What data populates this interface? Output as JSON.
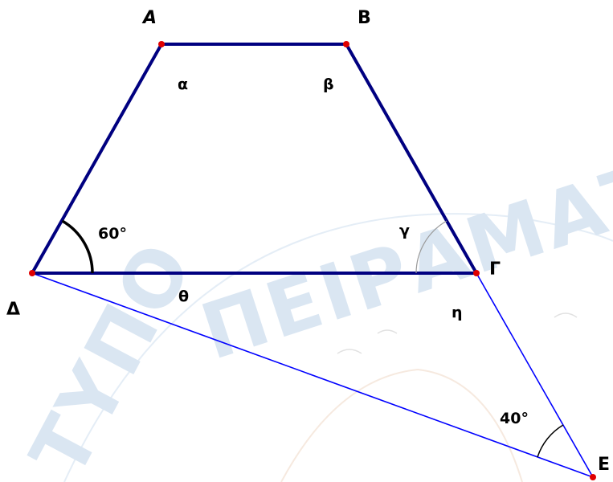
{
  "points": {
    "A": "A",
    "B": "B",
    "G": "Γ",
    "D": "Δ",
    "E": "E"
  },
  "angles": {
    "alpha": "α",
    "beta": "β",
    "gamma": "γ",
    "theta": "θ",
    "eta": "η",
    "angle_D": "60°",
    "angle_E": "40°"
  },
  "colors": {
    "trapezoid": "#000080",
    "auxiliary_lines": "#0000ff",
    "vertex_points": "#e00000",
    "watermark": "#5b8fc7"
  },
  "watermark": {
    "text": "ΠΕΙΡΑΜΑΤΙΚΟ",
    "prefix": "ΤΥΠΟ"
  }
}
